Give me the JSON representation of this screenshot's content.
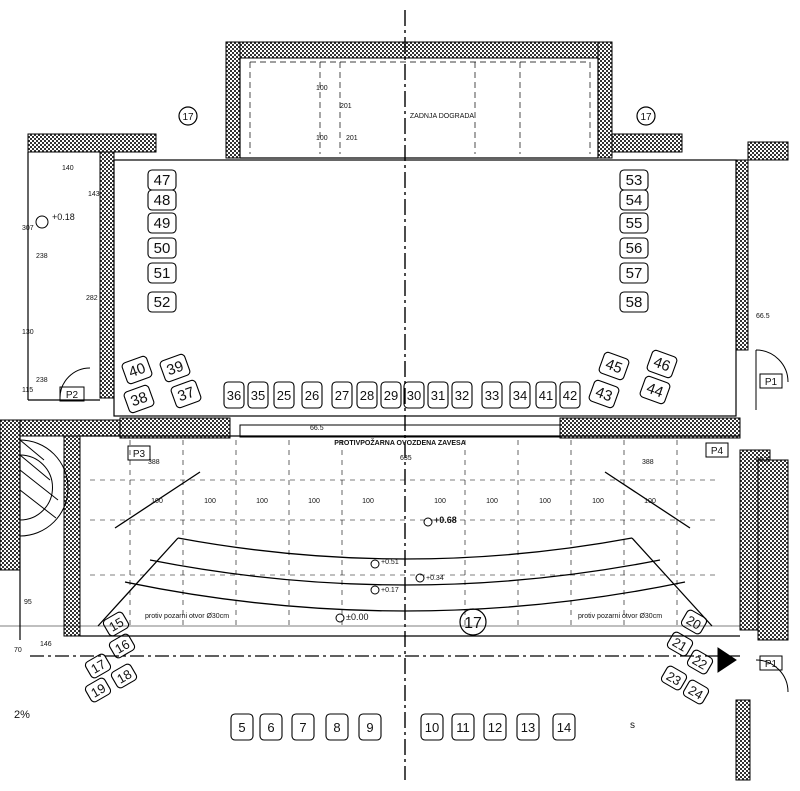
{
  "labels": {
    "upper_annex": "ZADNJA DOGRADA",
    "fire_curtain": "PROTIVPOŽARNA OVOZDENA ZAVESA",
    "fire_opening_left": "protiv pozarni otvor Ø30cm",
    "fire_opening_right": "protiv pozarni otvor Ø30cm",
    "slope": "2%",
    "note_s": "s"
  },
  "axis_marks": {
    "top_left": "17",
    "top_right": "17",
    "center": "17"
  },
  "doors": {
    "p1_top": "P1",
    "p1_bottom": "P1",
    "p2": "P2",
    "p3": "P3",
    "p4": "P4"
  },
  "levels": {
    "left_room": "+0.18",
    "stage": "+0.68",
    "step1": "+0.51",
    "step2": "+0.34",
    "step3": "+0.17",
    "floor": "±0.00"
  },
  "dimensions": {
    "d140": "140",
    "d143": "143",
    "d307": "307",
    "d238a": "238",
    "d282": "282",
    "d130": "130",
    "d238b": "238",
    "d115": "115",
    "d388a": "388",
    "d635": "635",
    "d388b": "388",
    "d665a": "66.5",
    "d665b": "66.5",
    "d665c": "66.5",
    "d100a": "100",
    "d201a": "201",
    "d100b": "100",
    "d201b": "201",
    "d95": "95",
    "d146": "146",
    "d70": "70",
    "stage_row": [
      "100",
      "100",
      "100",
      "100",
      "100",
      "100",
      "100",
      "100",
      "100",
      "100"
    ]
  },
  "seats": {
    "left_column": [
      "47",
      "48",
      "49",
      "50",
      "51",
      "52"
    ],
    "right_column": [
      "53",
      "54",
      "55",
      "56",
      "57",
      "58"
    ],
    "front_row": [
      "36",
      "35",
      "25",
      "26",
      "27",
      "28",
      "29",
      "30",
      "31",
      "32",
      "33",
      "34",
      "41",
      "42"
    ],
    "left_cluster": [
      "40",
      "39",
      "38",
      "37"
    ],
    "right_cluster": [
      "45",
      "46",
      "43",
      "44"
    ],
    "lower_left": [
      "15",
      "16",
      "17",
      "18",
      "19"
    ],
    "lower_right": [
      "20",
      "21",
      "22",
      "23",
      "24"
    ],
    "bottom_row": [
      "5",
      "6",
      "7",
      "8",
      "9",
      "10",
      "11",
      "12",
      "13",
      "14"
    ]
  }
}
